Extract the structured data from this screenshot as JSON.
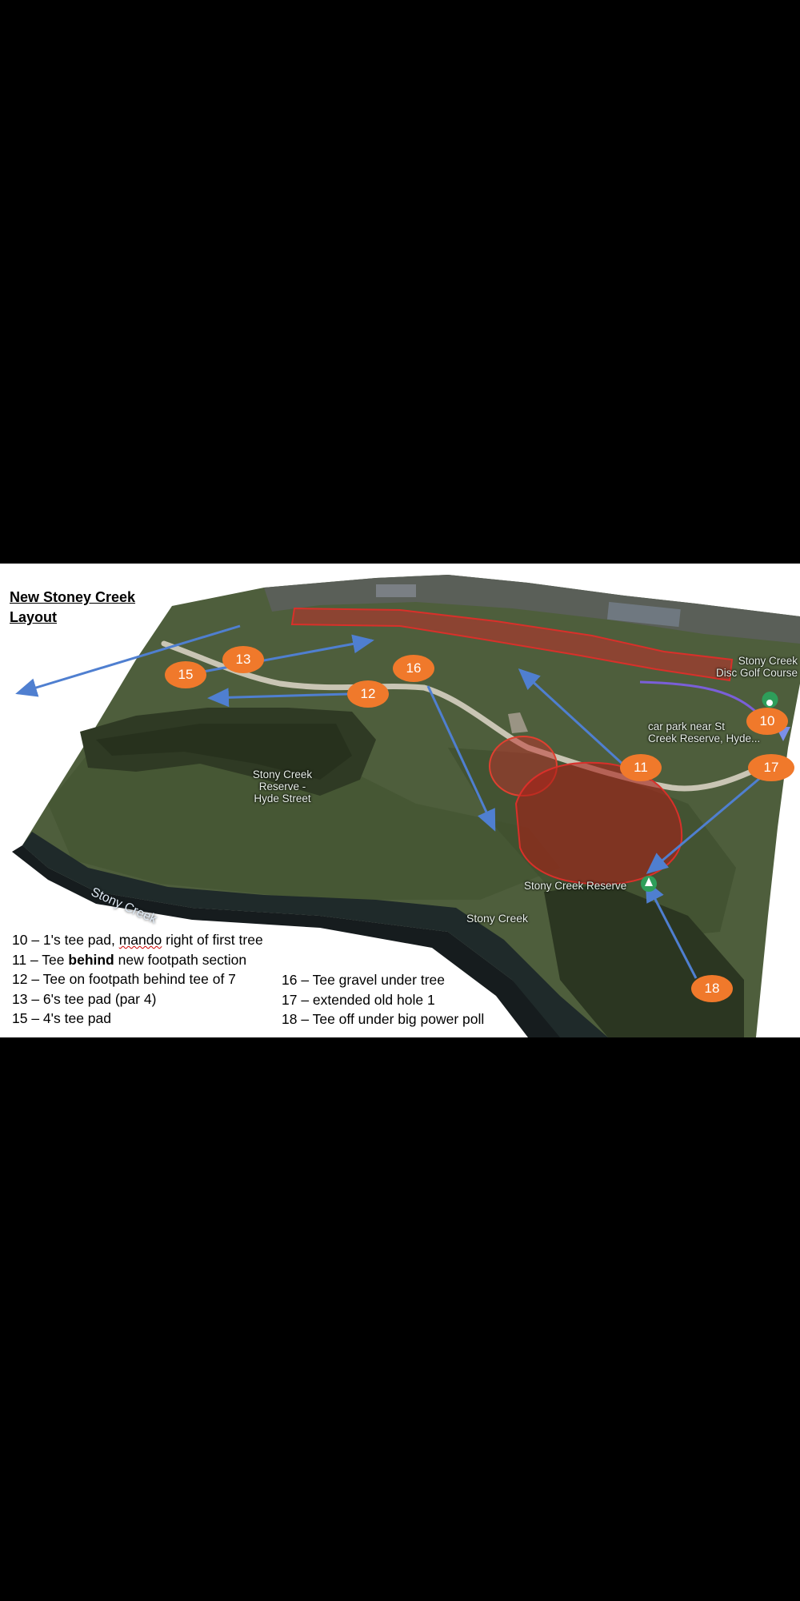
{
  "title_line1": "New Stoney Creek",
  "title_line2": "Layout",
  "legend": {
    "l10_pre": "10 – 1's tee pad, ",
    "l10_mando": "mando",
    "l10_post": " right of first tree",
    "l11_pre": "11 – Tee ",
    "l11_bold": "behind",
    "l11_post": " new footpath section",
    "l12": "12 – Tee on footpath behind tee of 7",
    "l13": "13 – 6's tee pad (par 4)",
    "l15": "15 – 4's tee pad",
    "l16": "16 – Tee gravel under tree",
    "l17": "17 – extended old hole 1",
    "l18": "18 – Tee off under big power poll"
  },
  "tees": {
    "t10": "10",
    "t11": "11",
    "t12": "12",
    "t13": "13",
    "t15": "15",
    "t16": "16",
    "t17": "17",
    "t18": "18"
  },
  "map_labels": {
    "reserve_hyde": "Stony Creek\nReserve -\nHyde Street",
    "disc_golf": "Stony Creek\nDisc Golf Course",
    "car_park": "car park near St\nCreek Reserve, Hyde...",
    "stony_reserve": "Stony Creek Reserve",
    "creek_main": "Stony Creek",
    "creek_small": "Stony Creek"
  },
  "colors": {
    "tee": "#f0792b",
    "arrow": "#4f7fd0",
    "hazard": "#c0302a",
    "grass": "#4e5e3c"
  }
}
